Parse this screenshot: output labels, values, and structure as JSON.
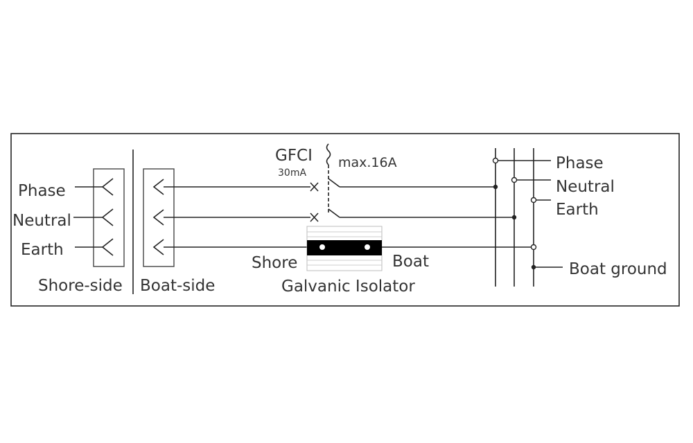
{
  "shore_side": {
    "lines": [
      "Phase",
      "Neutral",
      "Earth"
    ],
    "caption": "Shore-side"
  },
  "boat_side": {
    "caption": "Boat-side"
  },
  "gfci": {
    "label": "GFCI",
    "rating": "30mA",
    "max_current": "max.16A"
  },
  "isolator": {
    "shore_label": "Shore",
    "boat_label": "Boat",
    "caption": "Galvanic Isolator"
  },
  "bus": {
    "lines": [
      "Phase",
      "Neutral",
      "Earth"
    ],
    "ground": "Boat ground"
  }
}
